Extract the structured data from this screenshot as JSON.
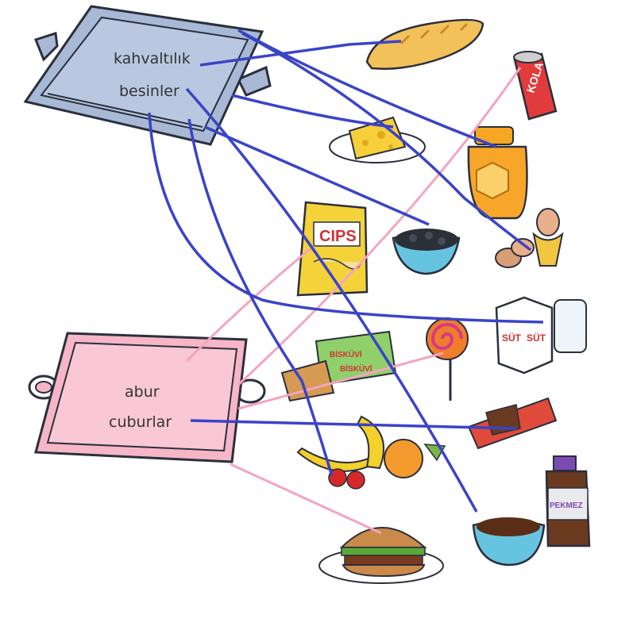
{
  "trays": {
    "breakfast": {
      "line1": "kahvaltılık",
      "line2": "besinler",
      "color": "#a8b9d6"
    },
    "junk": {
      "line1": "abur",
      "line2": "cuburlar",
      "color": "#f6b6c6"
    }
  },
  "labels": {
    "cips": "CIPS",
    "kola": "KOLA",
    "sut1": "SÜT",
    "sut2": "SÜT",
    "biskuvi1": "BİSKÜVİ",
    "biskuvi2": "BİSKÜVİ",
    "pekmez": "PEKMEZ"
  },
  "colors": {
    "breakfast_line": "#3a44c8",
    "junk_line": "#f4a4c0"
  }
}
